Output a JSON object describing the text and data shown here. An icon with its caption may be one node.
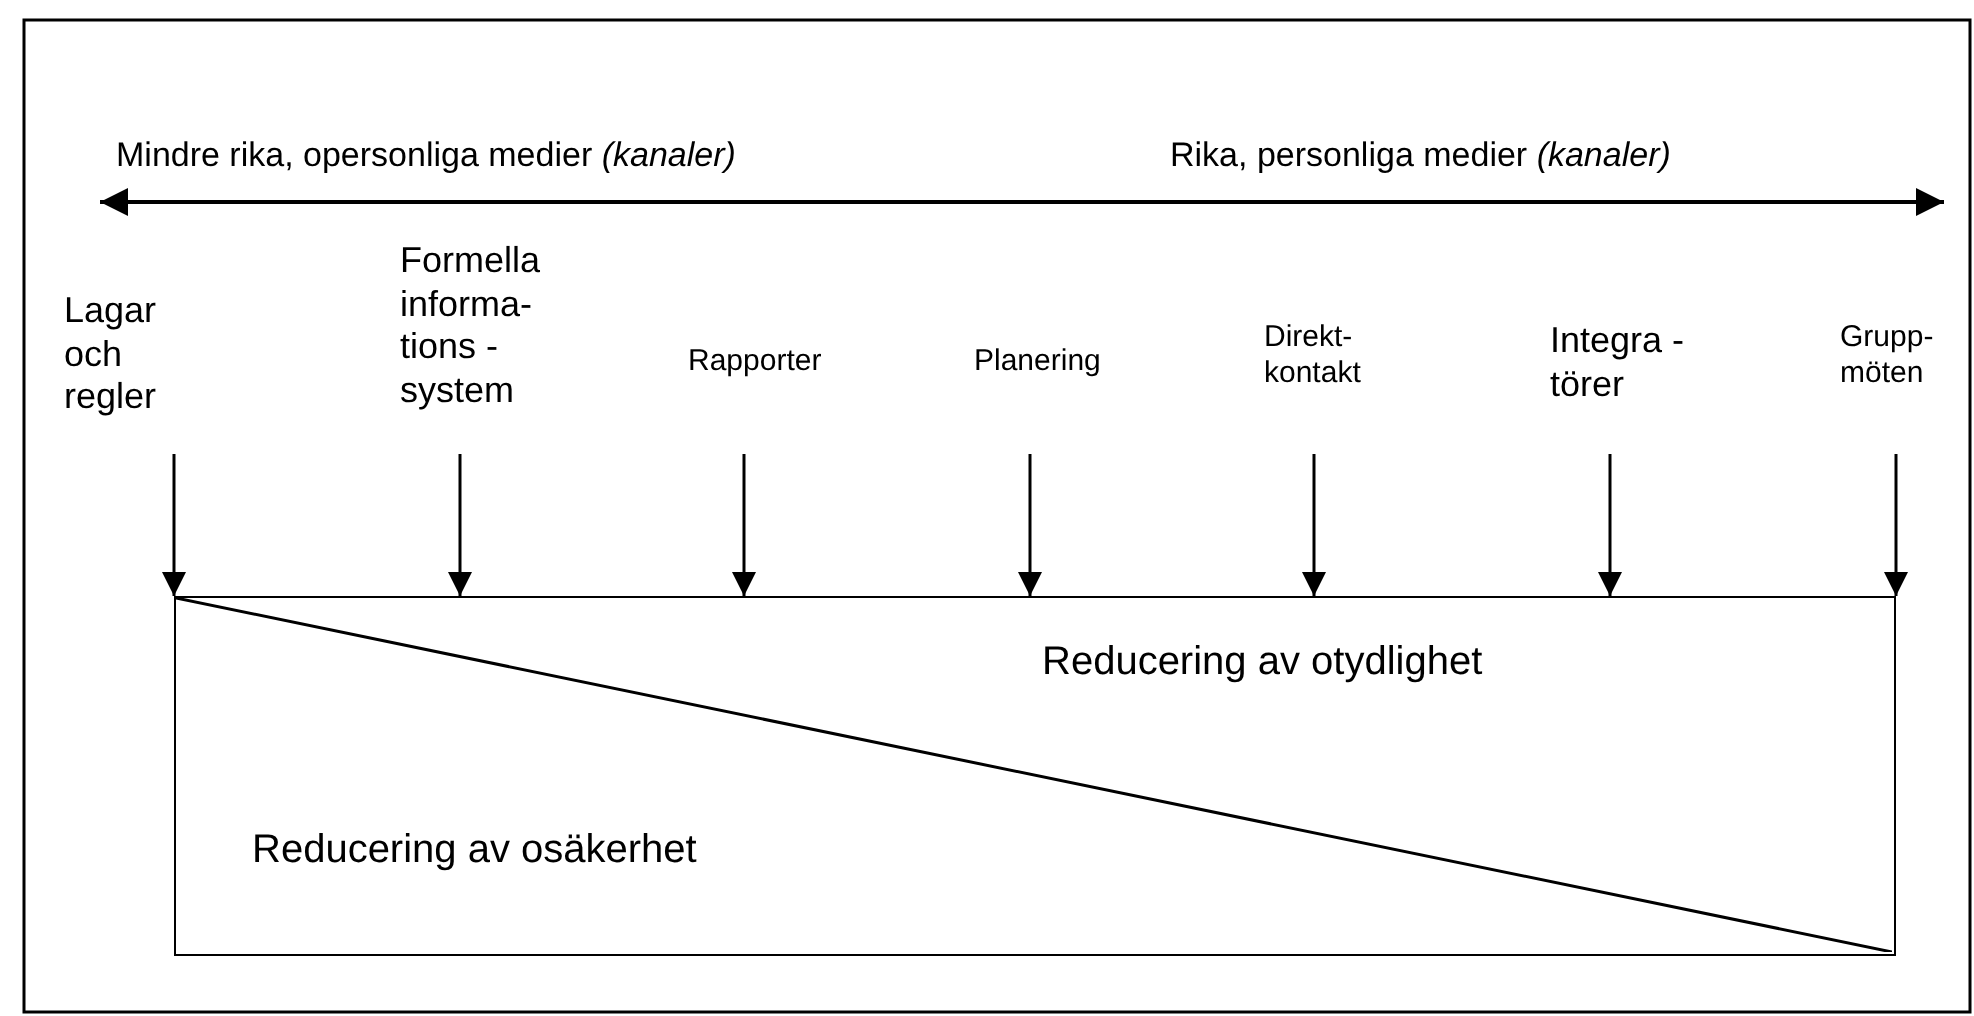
{
  "diagram": {
    "nodes": [
      {
        "text": [
          "Lagar och regler"
        ]
      },
      {
        "text": [
          "Formella informa- tions - system"
        ]
      },
      {
        "text": [
          "Rapporter"
        ]
      },
      {
        "text": [
          "Planering"
        ]
      },
      {
        "text": [
          "Direkt- kontakt"
        ]
      },
      {
        "text": [
          "Integra -törer"
        ]
      },
      {
        "text": [
          "Grupp- möten"
        ]
      },
      {
        "text": [
          "Reducering av otydlighet",
          "Reducering av osäkerhet"
        ]
      }
    ],
    "edges": [
      {
        "from": 0,
        "to": 7,
        "arrow": "to"
      },
      {
        "from": 1,
        "to": 7,
        "arrow": "to"
      },
      {
        "from": 2,
        "to": 7,
        "arrow": "to"
      },
      {
        "from": 3,
        "to": 7,
        "arrow": "to"
      },
      {
        "from": 4,
        "to": 7,
        "arrow": "to"
      },
      {
        "from": 5,
        "to": 7,
        "arrow": "to"
      },
      {
        "from": 6,
        "to": 7,
        "arrow": "to"
      }
    ],
    "labels": [
      "Mindre rika, opersonliga medier *(kanaler)*",
      "Rika, personliga medier *(kanaler)*"
    ]
  }
}
